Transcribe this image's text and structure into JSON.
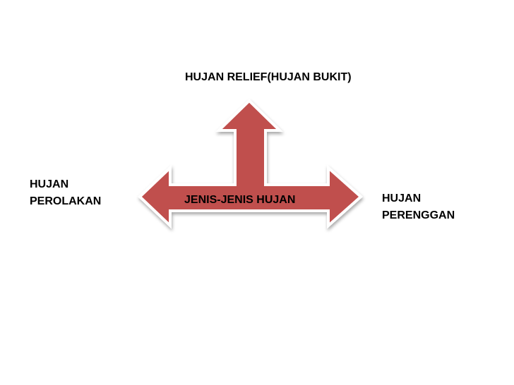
{
  "diagram": {
    "center_label": "JENIS-JENIS HUJAN",
    "top_label": "HUJAN RELIEF(HUJAN BUKIT)",
    "left_label": [
      "HUJAN",
      "PEROLAKAN"
    ],
    "right_label": [
      "HUJAN",
      "PERENGGAN"
    ]
  },
  "colors": {
    "arrow_fill": "#c0504d",
    "arrow_stroke": "#ffffff",
    "text": "#000000",
    "background": "#ffffff"
  }
}
